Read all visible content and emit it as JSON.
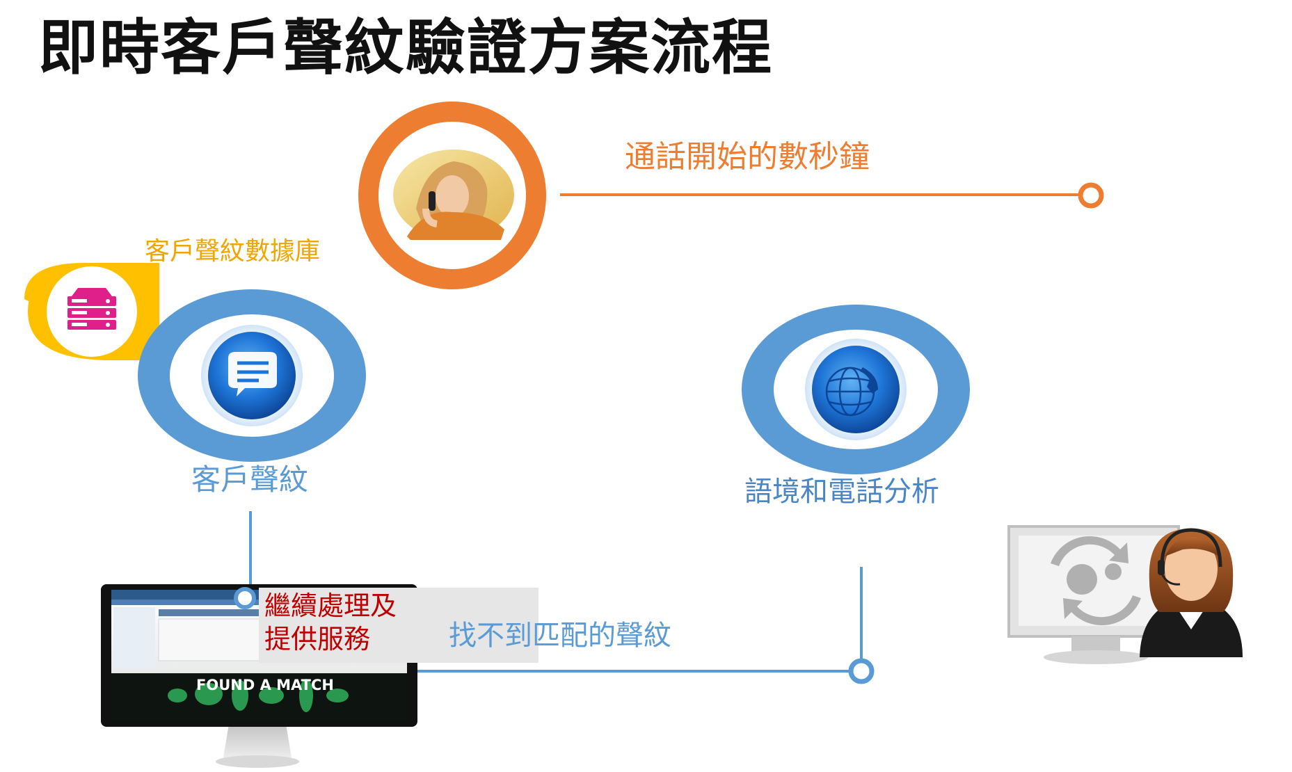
{
  "title": "即時客戶聲紋驗證方案流程",
  "labels": {
    "call_start": "通話開始的數秒鐘",
    "voiceprint_db": "客戶聲紋數據庫",
    "customer_voiceprint": "客戶聲紋",
    "context_phone_analysis": "語境和電話分析",
    "no_match": "找不到匹配的聲紋",
    "continue_line1": "繼續處理及",
    "continue_line2": "提供服務",
    "found_match": "FOUND A MATCH"
  },
  "colors": {
    "orange": "#ED7D31",
    "blue": "#5B9BD5",
    "yellow": "#FFC000",
    "magenta": "#E0208A",
    "red": "#C00000"
  },
  "icons": {
    "call_node": "woman-on-phone-photo",
    "db_node": "server-icon",
    "voice_node": "chat-bubble-icon",
    "context_node": "globe-phone-icon",
    "agent": "call-center-agent-icon",
    "monitor": "crm-monitor",
    "check": "checkmark-icon"
  }
}
